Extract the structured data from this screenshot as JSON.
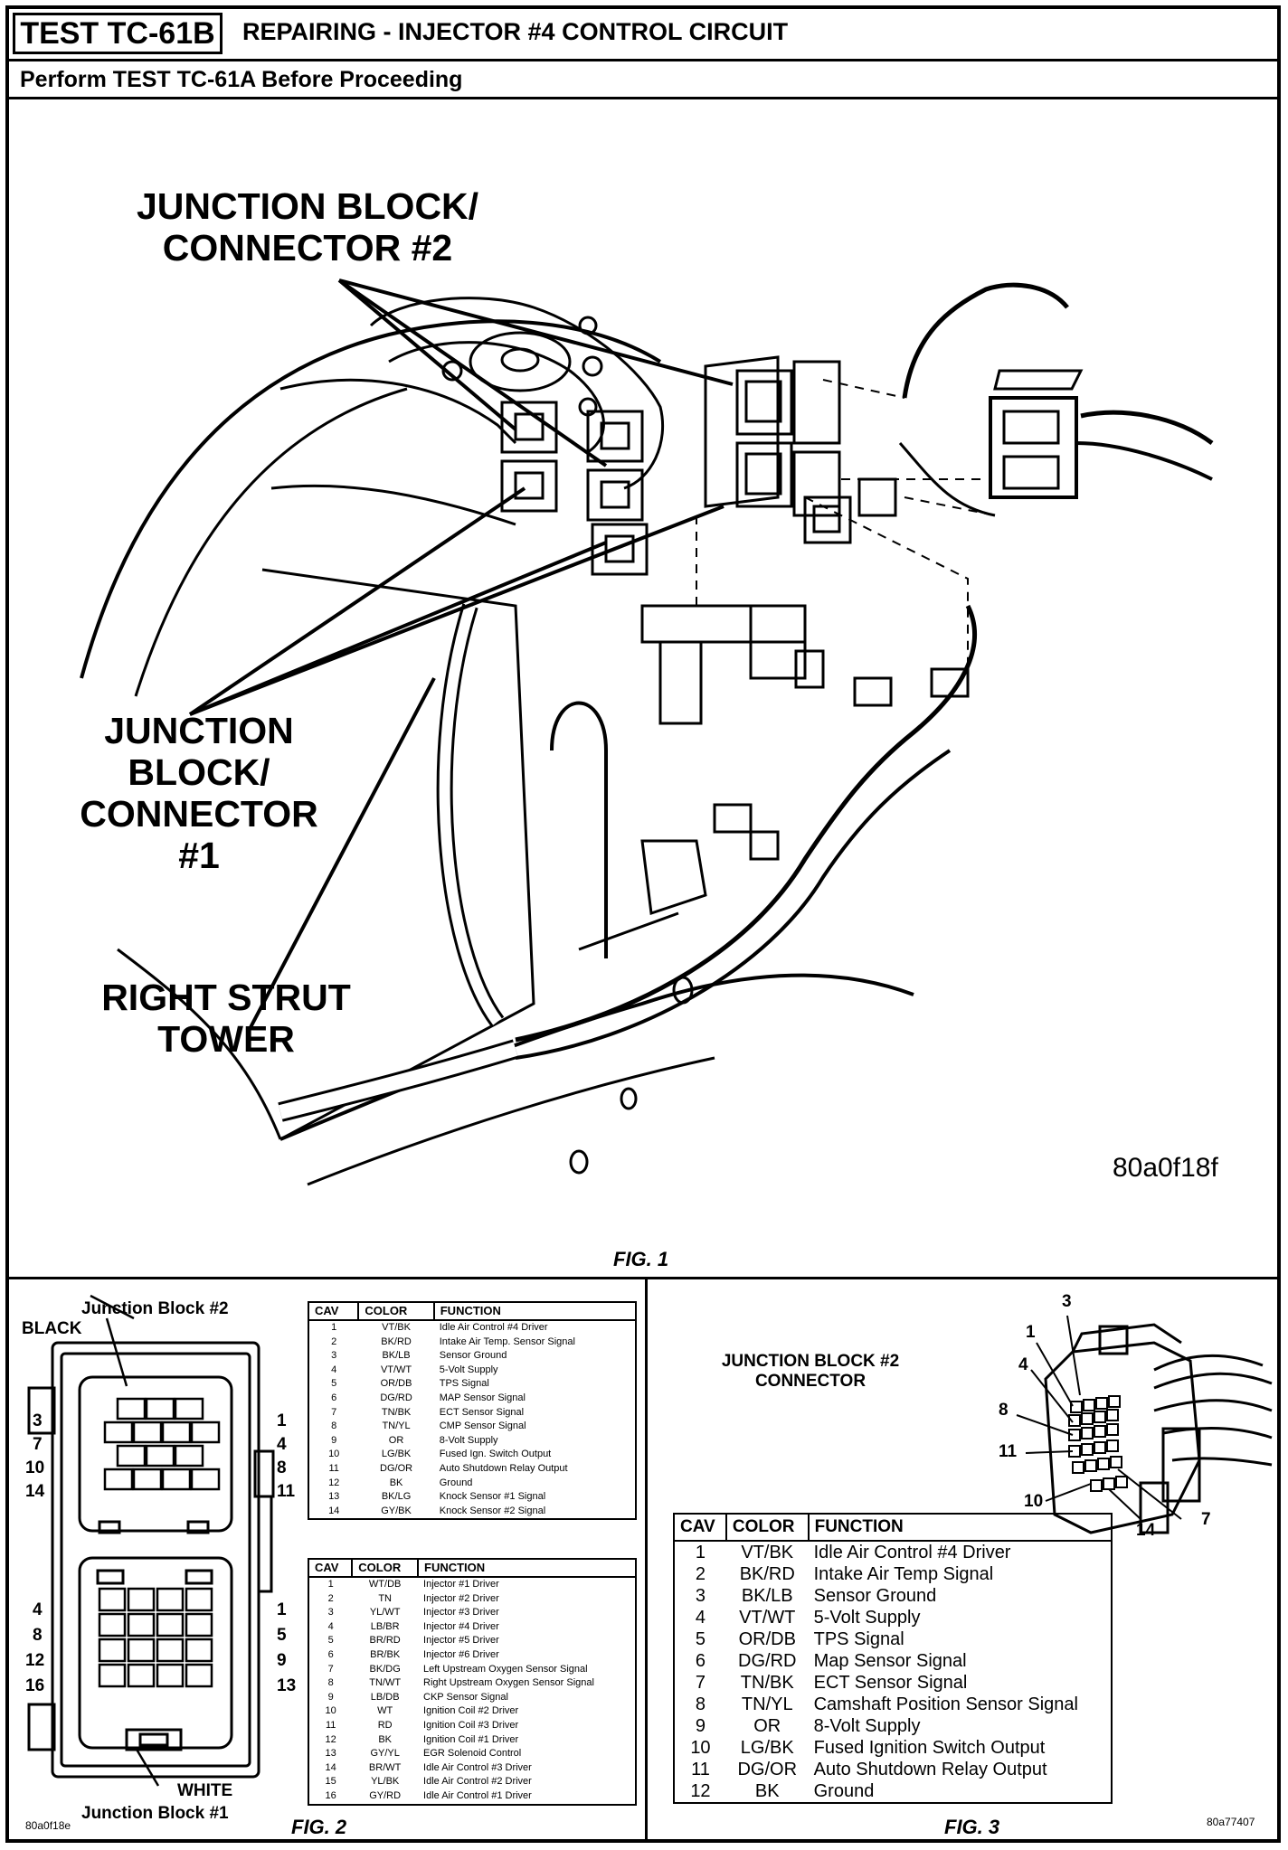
{
  "header": {
    "test_id": "TEST TC-61B",
    "title": "REPAIRING - INJECTOR #4 CONTROL CIRCUIT",
    "subtitle": "Perform TEST TC-61A Before Proceeding"
  },
  "fig1": {
    "labels": {
      "jb2": "JUNCTION BLOCK/\nCONNECTOR #2",
      "jb1": "JUNCTION\nBLOCK/\nCONNECTOR\n#1",
      "strut": "RIGHT STRUT\nTOWER"
    },
    "image_code": "80a0f18f",
    "caption": "FIG. 1"
  },
  "fig2": {
    "title_top": "Junction Block #2",
    "black_label": "BLACK",
    "white_label": "WHITE",
    "title_bottom": "Junction Block #1",
    "image_code": "80a0f18e",
    "caption": "FIG. 2",
    "pin_labels_left_top": [
      "3",
      "7",
      "10",
      "14"
    ],
    "pin_labels_right_top": [
      "1",
      "4",
      "8",
      "11"
    ],
    "pin_labels_left_bottom": [
      "4",
      "8",
      "12",
      "16"
    ],
    "pin_labels_right_bottom": [
      "1",
      "5",
      "9",
      "13"
    ],
    "table1": {
      "headers": [
        "CAV",
        "COLOR",
        "FUNCTION"
      ],
      "rows": [
        [
          "1",
          "VT/BK",
          "Idle Air Control #4 Driver"
        ],
        [
          "2",
          "BK/RD",
          "Intake Air Temp. Sensor Signal"
        ],
        [
          "3",
          "BK/LB",
          "Sensor Ground"
        ],
        [
          "4",
          "VT/WT",
          "5-Volt Supply"
        ],
        [
          "5",
          "OR/DB",
          "TPS Signal"
        ],
        [
          "6",
          "DG/RD",
          "MAP Sensor Signal"
        ],
        [
          "7",
          "TN/BK",
          "ECT Sensor Signal"
        ],
        [
          "8",
          "TN/YL",
          "CMP Sensor Signal"
        ],
        [
          "9",
          "OR",
          "8-Volt Supply"
        ],
        [
          "10",
          "LG/BK",
          "Fused Ign. Switch Output"
        ],
        [
          "11",
          "DG/OR",
          "Auto Shutdown Relay Output"
        ],
        [
          "12",
          "BK",
          "Ground"
        ],
        [
          "13",
          "BK/LG",
          "Knock Sensor #1 Signal"
        ],
        [
          "14",
          "GY/BK",
          "Knock Sensor #2 Signal"
        ]
      ]
    },
    "table2": {
      "headers": [
        "CAV",
        "COLOR",
        "FUNCTION"
      ],
      "rows": [
        [
          "1",
          "WT/DB",
          "Injector #1 Driver"
        ],
        [
          "2",
          "TN",
          "Injector #2 Driver"
        ],
        [
          "3",
          "YL/WT",
          "Injector #3 Driver"
        ],
        [
          "4",
          "LB/BR",
          "Injector #4 Driver"
        ],
        [
          "5",
          "BR/RD",
          "Injector #5 Driver"
        ],
        [
          "6",
          "BR/BK",
          "Injector #6 Driver"
        ],
        [
          "7",
          "BK/DG",
          "Left Upstream Oxygen Sensor Signal"
        ],
        [
          "8",
          "TN/WT",
          "Right Upstream Oxygen Sensor Signal"
        ],
        [
          "9",
          "LB/DB",
          "CKP Sensor Signal"
        ],
        [
          "10",
          "WT",
          "Ignition Coil #2 Driver"
        ],
        [
          "11",
          "RD",
          "Ignition Coil #3 Driver"
        ],
        [
          "12",
          "BK",
          "Ignition Coil #1 Driver"
        ],
        [
          "13",
          "GY/YL",
          "EGR Solenoid Control"
        ],
        [
          "14",
          "BR/WT",
          "Idle Air Control #3 Driver"
        ],
        [
          "15",
          "YL/BK",
          "Idle Air Control #2 Driver"
        ],
        [
          "16",
          "GY/RD",
          "Idle Air Control #1 Driver"
        ]
      ]
    }
  },
  "fig3": {
    "title": "JUNCTION BLOCK #2\nCONNECTOR",
    "pin_callouts": [
      "3",
      "1",
      "4",
      "8",
      "11",
      "10",
      "14",
      "7"
    ],
    "image_code": "80a77407",
    "caption": "FIG. 3",
    "table": {
      "headers": [
        "CAV",
        "COLOR",
        "FUNCTION"
      ],
      "rows": [
        [
          "1",
          "VT/BK",
          "Idle Air Control #4 Driver"
        ],
        [
          "2",
          "BK/RD",
          "Intake Air Temp Signal"
        ],
        [
          "3",
          "BK/LB",
          "Sensor Ground"
        ],
        [
          "4",
          "VT/WT",
          "5-Volt Supply"
        ],
        [
          "5",
          "OR/DB",
          "TPS Signal"
        ],
        [
          "6",
          "DG/RD",
          "Map Sensor Signal"
        ],
        [
          "7",
          "TN/BK",
          "ECT Sensor Signal"
        ],
        [
          "8",
          "TN/YL",
          "Camshaft Position Sensor Signal"
        ],
        [
          "9",
          "OR",
          "8-Volt Supply"
        ],
        [
          "10",
          "LG/BK",
          "Fused Ignition Switch Output"
        ],
        [
          "11",
          "DG/OR",
          "Auto Shutdown Relay Output"
        ],
        [
          "12",
          "BK",
          "Ground"
        ]
      ]
    }
  }
}
